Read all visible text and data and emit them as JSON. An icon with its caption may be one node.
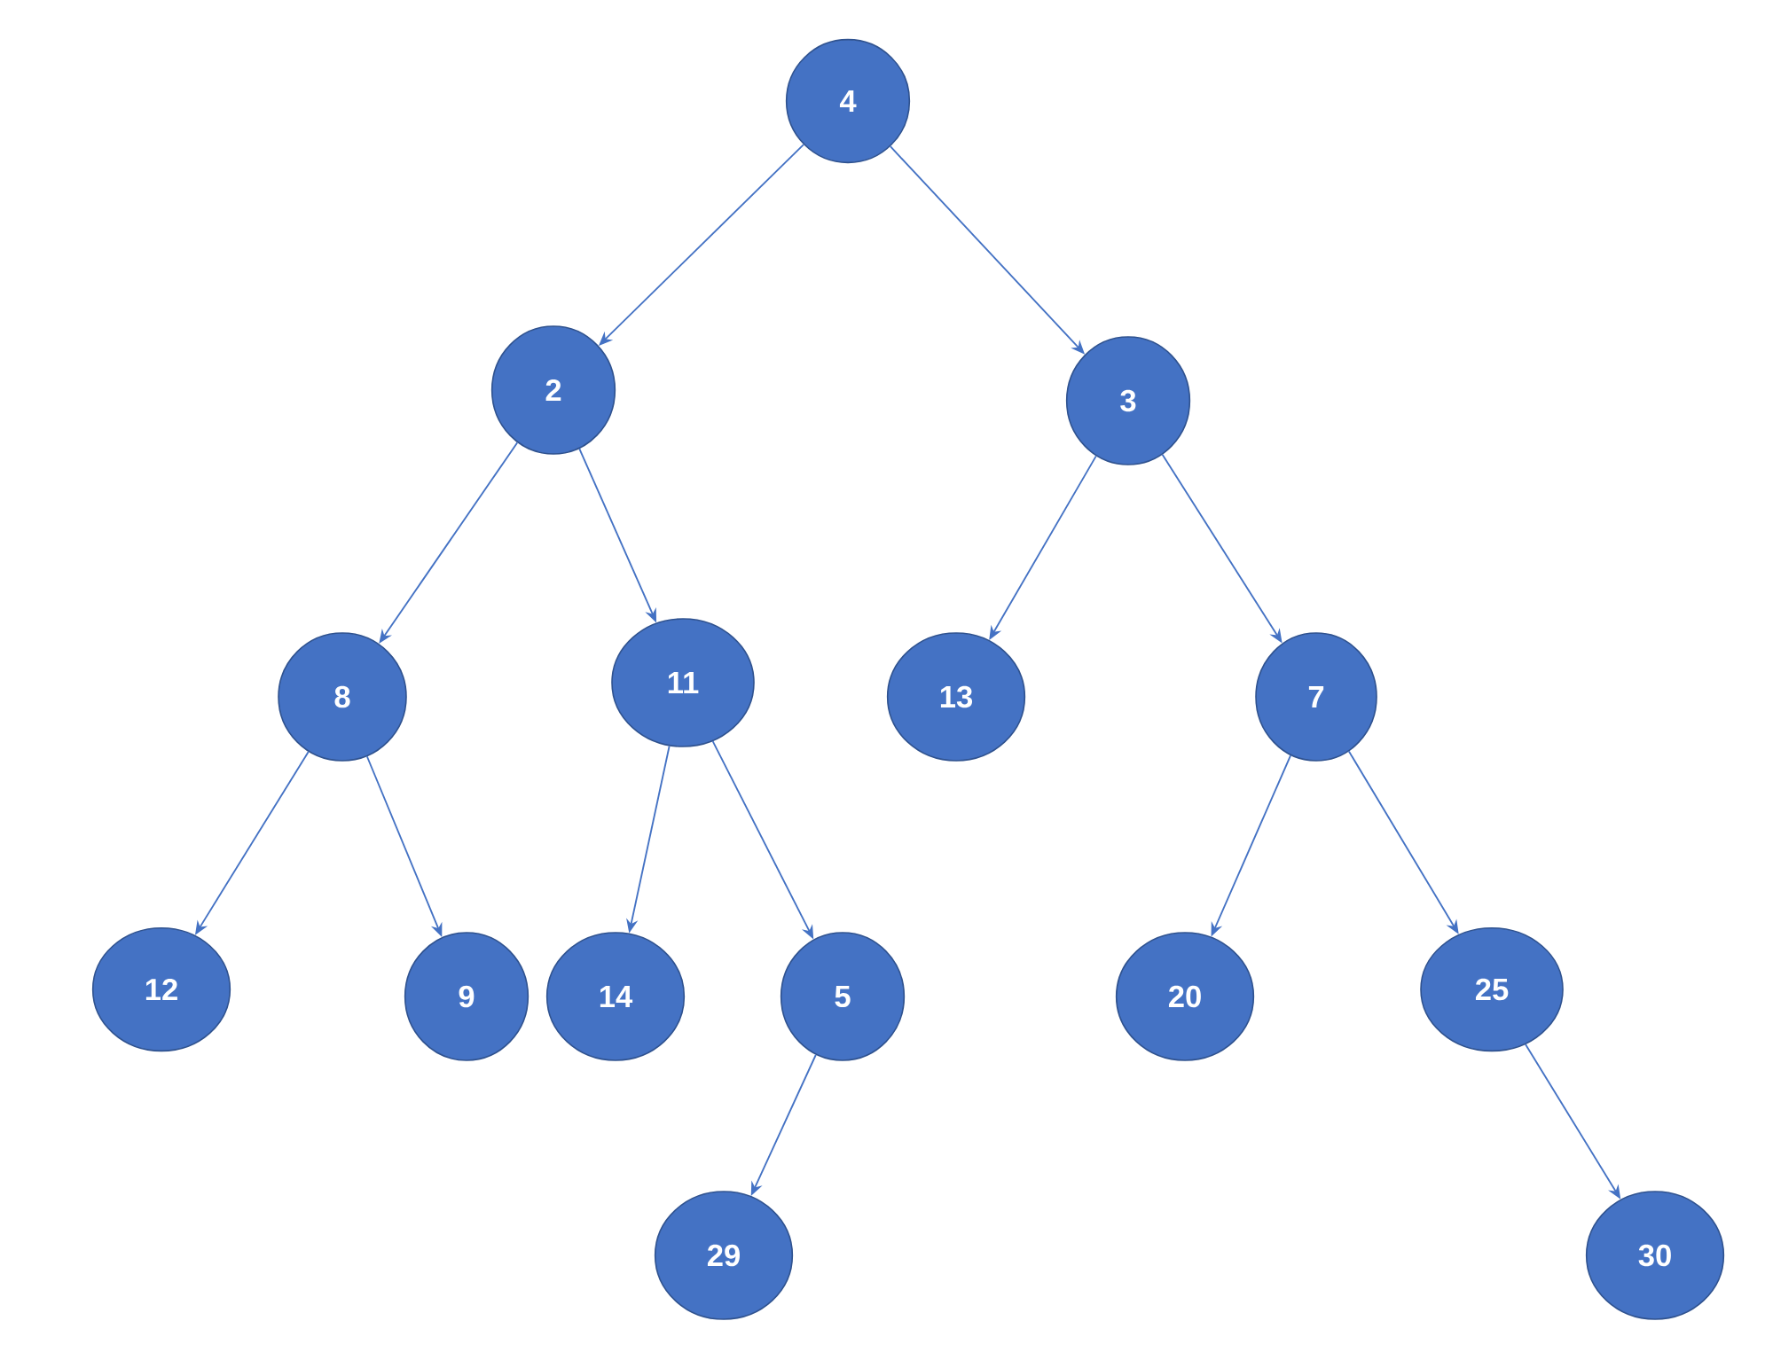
{
  "diagram": {
    "nodes": [
      {
        "text": [
          "4"
        ]
      },
      {
        "text": [
          "2"
        ]
      },
      {
        "text": [
          "3"
        ]
      },
      {
        "text": [
          "8"
        ]
      },
      {
        "text": [
          "11"
        ]
      },
      {
        "text": [
          "13"
        ]
      },
      {
        "text": [
          "7"
        ]
      },
      {
        "text": [
          "12"
        ]
      },
      {
        "text": [
          "9"
        ]
      },
      {
        "text": [
          "14"
        ]
      },
      {
        "text": [
          "5"
        ]
      },
      {
        "text": [
          "20"
        ]
      },
      {
        "text": [
          "25"
        ]
      },
      {
        "text": [
          "29"
        ]
      },
      {
        "text": [
          "30"
        ]
      }
    ],
    "edges": [
      {
        "from": 0,
        "to": 1,
        "arrow": "to"
      },
      {
        "from": 0,
        "to": 2,
        "arrow": "to"
      },
      {
        "from": 1,
        "to": 3,
        "arrow": "to"
      },
      {
        "from": 1,
        "to": 4,
        "arrow": "to"
      },
      {
        "from": 2,
        "to": 5,
        "arrow": "to"
      },
      {
        "from": 2,
        "to": 6,
        "arrow": "to"
      },
      {
        "from": 3,
        "to": 7,
        "arrow": "to"
      },
      {
        "from": 3,
        "to": 8,
        "arrow": "to"
      },
      {
        "from": 4,
        "to": 9,
        "arrow": "to"
      },
      {
        "from": 4,
        "to": 10,
        "arrow": "to"
      },
      {
        "from": 6,
        "to": 11,
        "arrow": "to"
      },
      {
        "from": 6,
        "to": 12,
        "arrow": "to"
      },
      {
        "from": 10,
        "to": 13,
        "arrow": "to"
      },
      {
        "from": 12,
        "to": 14,
        "arrow": "to"
      }
    ]
  }
}
